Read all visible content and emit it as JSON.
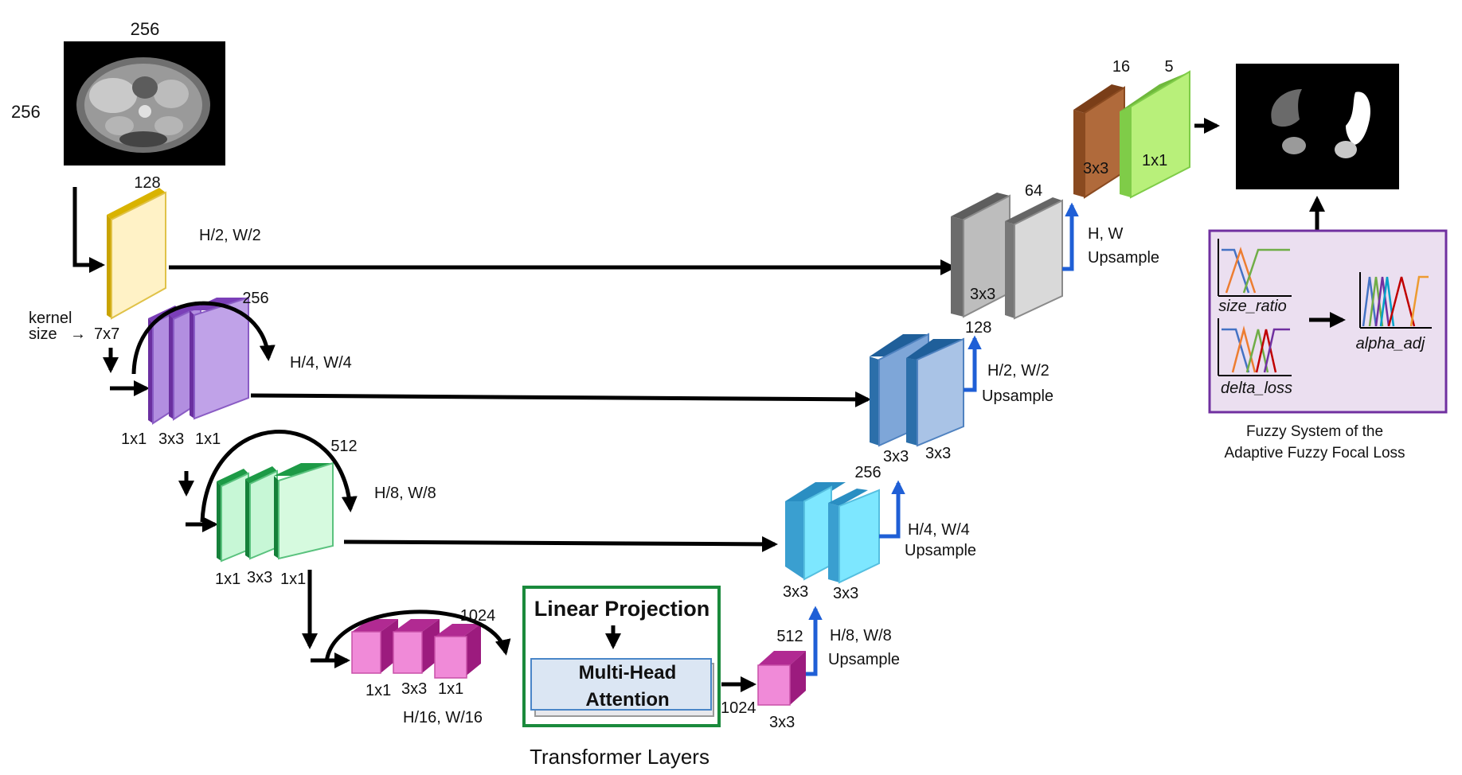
{
  "input": {
    "width_label": "256",
    "height_label": "256"
  },
  "stem": {
    "channels": "128",
    "kernel_word1": "kernel",
    "kernel_word2": "size",
    "kernel_value": "7x7",
    "skip_label": "H/2, W/2"
  },
  "stage1": {
    "channels": "256",
    "kernels": [
      "1x1",
      "3x3",
      "1x1"
    ],
    "skip_label": "H/4, W/4"
  },
  "stage2": {
    "channels": "512",
    "kernels": [
      "1x1",
      "3x3",
      "1x1"
    ],
    "skip_label": "H/8, W/8"
  },
  "stage3": {
    "channels": "1024",
    "kernels": [
      "1x1",
      "3x3",
      "1x1"
    ],
    "resolution": "H/16, W/16"
  },
  "transformer": {
    "linear_projection": "Linear Projection",
    "attention_line1": "Multi-Head",
    "attention_line2": "Attention",
    "out_channels": "1024",
    "caption": "Transformer Layers"
  },
  "decoder": {
    "d4": {
      "channels": "512",
      "kernel": "3x3",
      "up_line1": "H/8, W/8",
      "up_line2": "Upsample"
    },
    "d3": {
      "channels": "256",
      "kernels": [
        "3x3",
        "3x3"
      ],
      "up_line1": "H/4, W/4",
      "up_line2": "Upsample"
    },
    "d2": {
      "channels": "128",
      "kernels": [
        "3x3",
        "3x3"
      ],
      "up_line1": "H/2, W/2",
      "up_line2": "Upsample"
    },
    "d1": {
      "channels": "64",
      "kernel": "3x3",
      "up_line1": "H, W",
      "up_line2": "Upsample"
    }
  },
  "head": {
    "channels_a": "16",
    "channels_b": "5",
    "kernel_a": "3x3",
    "kernel_b": "1x1"
  },
  "fuzzy": {
    "input1": "size_ratio",
    "input2": "delta_loss",
    "output": "alpha_adj",
    "caption_line1": "Fuzzy System of the",
    "caption_line2": "Adaptive Fuzzy Focal Loss"
  },
  "colors": {
    "stem": "#fff2c6",
    "stem_edge": "#c9a300",
    "purple": "#b28ee0",
    "purple_dark": "#6a2fa0",
    "green": "#c7f7d6",
    "green_dark": "#1d9a46",
    "magenta": "#f08ad8",
    "magenta_dark": "#9c1b7e",
    "blue_light": "#7de7ff",
    "blue_mid": "#a9c3e6",
    "gray": "#d9d9d9",
    "brown": "#b06a3b",
    "lime": "#b8f07a",
    "upsample_arrow": "#1f5fd6",
    "fuzzy_bg": "#ebdff0",
    "fuzzy_border": "#7030a0"
  }
}
